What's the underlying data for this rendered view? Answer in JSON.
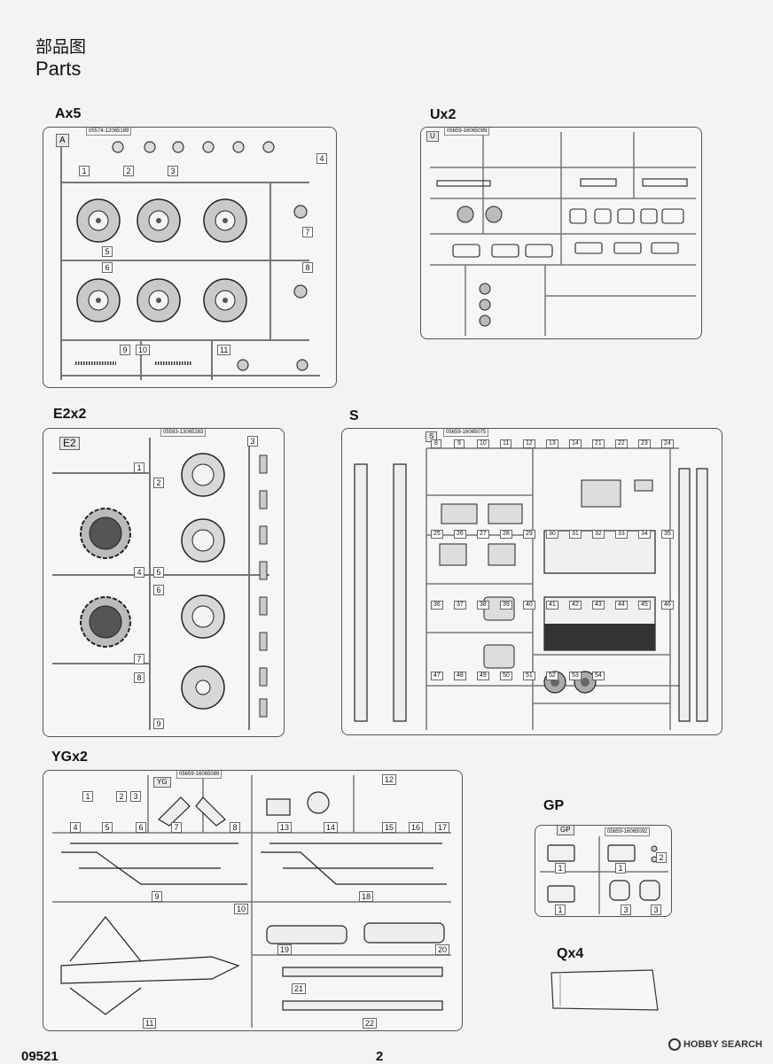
{
  "page": {
    "heading_cn": "部品图",
    "heading_en": "Parts",
    "footer_code": "09521",
    "page_number": "2",
    "watermark": "HOBBY SEARCH"
  },
  "sprues": {
    "A": {
      "label": "Ax5",
      "tab": "A",
      "code": "05574-12065189",
      "numbers": [
        "1",
        "2",
        "3",
        "4",
        "5",
        "6",
        "7",
        "8",
        "9",
        "10",
        "11"
      ]
    },
    "U": {
      "label": "Ux2",
      "tab": "U",
      "code": "05659-16065089"
    },
    "E2": {
      "label": "E2x2",
      "tab": "E2",
      "code": "05593-13065283",
      "numbers": [
        "1",
        "2",
        "3",
        "4",
        "5",
        "6",
        "7",
        "8",
        "9"
      ]
    },
    "S": {
      "label": "S",
      "tab": "S",
      "code": "05659-16065075",
      "numbers": [
        "8",
        "9",
        "10",
        "11",
        "12",
        "13",
        "14",
        "21",
        "22",
        "23",
        "24",
        "25",
        "26",
        "27",
        "28",
        "29",
        "30",
        "31",
        "32",
        "33",
        "34",
        "35",
        "36",
        "37",
        "38",
        "39",
        "40",
        "41",
        "42",
        "43",
        "44",
        "45",
        "46",
        "47",
        "48",
        "49",
        "50",
        "51",
        "52",
        "53",
        "54"
      ]
    },
    "YG": {
      "label": "YGx2",
      "tab": "YG",
      "code": "05659-16065089",
      "numbers": [
        "1",
        "2",
        "3",
        "4",
        "5",
        "6",
        "7",
        "8",
        "9",
        "10",
        "11",
        "12",
        "13",
        "14",
        "15",
        "16",
        "17",
        "18",
        "19",
        "20",
        "21",
        "22"
      ]
    },
    "GP": {
      "label": "GP",
      "tab": "GP",
      "code": "05659-16065092",
      "numbers": [
        "1",
        "1",
        "1",
        "2",
        "3",
        "3"
      ]
    },
    "Q": {
      "label": "Qx4"
    }
  }
}
